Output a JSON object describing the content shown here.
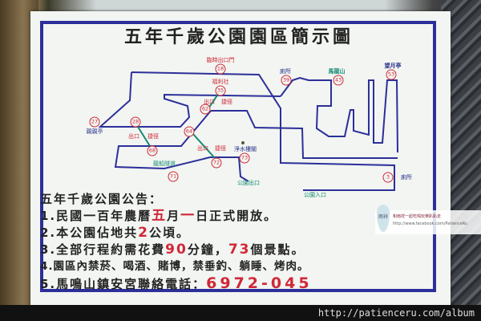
{
  "sign": {
    "title": "五年千歲公園園區簡示圖",
    "map_labels": {
      "temp_exit": "臨時出口門",
      "welfare": "福利社",
      "exit": "出口",
      "shortcut": "捷徑",
      "qinqin": "親親亭",
      "dragon_tunnel": "龍船隧道",
      "water_pavilion": "淨水樓閣",
      "park_exit": "公園出口",
      "toilet": "廁所",
      "malong": "馬龍山",
      "moon": "望月亭",
      "park_entrance": "公園入口"
    },
    "spot_numbers": [
      "18",
      "35",
      "62",
      "27",
      "28",
      "68",
      "64",
      "72",
      "73",
      "71",
      "39",
      "43",
      "53",
      "3"
    ],
    "notice": {
      "heading": "五年千歲公園公告：",
      "line1_a": "1.民國一百年農曆",
      "line1_b": "五",
      "line1_c": "月",
      "line1_d": "一",
      "line1_e": "日正式開放。",
      "line2_a": "2.本公園佔地共",
      "line2_b": "2",
      "line2_c": "公頃。",
      "line3_a": "3.全部行程約需花費",
      "line3_b": "90",
      "line3_c": "分鐘，",
      "line3_d": "73",
      "line3_e": "個景點。",
      "line4": "4.園區內禁菸、喝酒、賭博，禁垂釣、躺睡、烤肉。",
      "line5_a": "5.馬鳴山鎮安宮聯絡電話：",
      "line5_b": "6972-045"
    }
  },
  "watermark": {
    "logo": "雨祥",
    "tagline": "和雨祥一起吃喝玩樂趴趴走",
    "link": "http://www.facebook.com/PatienceRu"
  },
  "footer_url": "http://patienceru.com/album",
  "colors": {
    "route": "#2c2f9a",
    "shortcut": "#138a72",
    "spot": "#d02838"
  }
}
